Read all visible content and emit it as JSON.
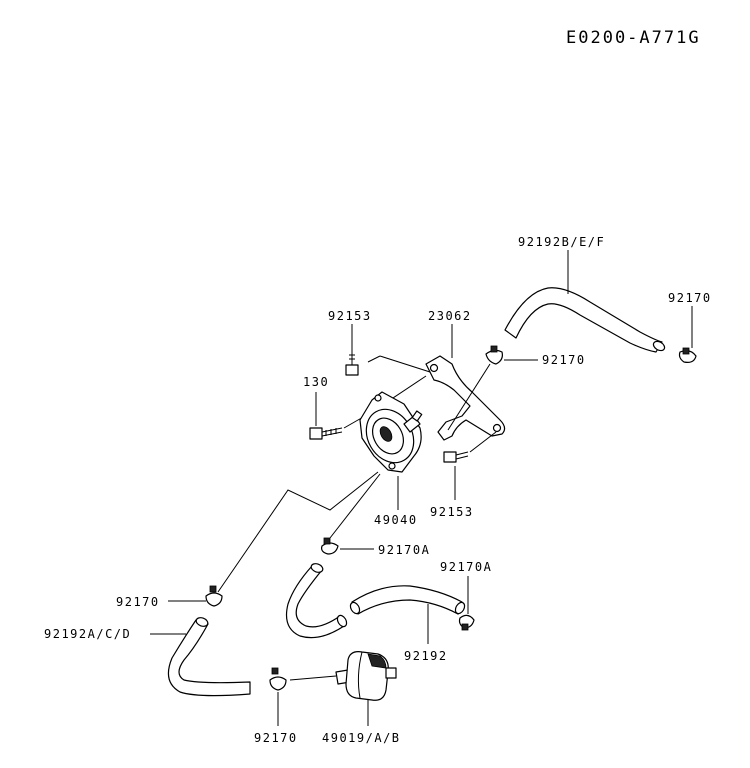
{
  "diagram_code": "E0200-A771G",
  "labels": {
    "hose_upper": "92192B/E/F",
    "clamp_upper_right": "92170",
    "bolt_top": "92153",
    "bracket": "23062",
    "clamp_bracket": "92170",
    "bolt_130": "130",
    "bolt_right": "92153",
    "fuel_pump": "49040",
    "clamp_a_center": "92170A",
    "clamp_a_right": "92170A",
    "clamp_left": "92170",
    "hose_left": "92192A/C/D",
    "hose_center": "92192",
    "clamp_bottom": "92170",
    "fuel_filter": "49019/A/B"
  }
}
